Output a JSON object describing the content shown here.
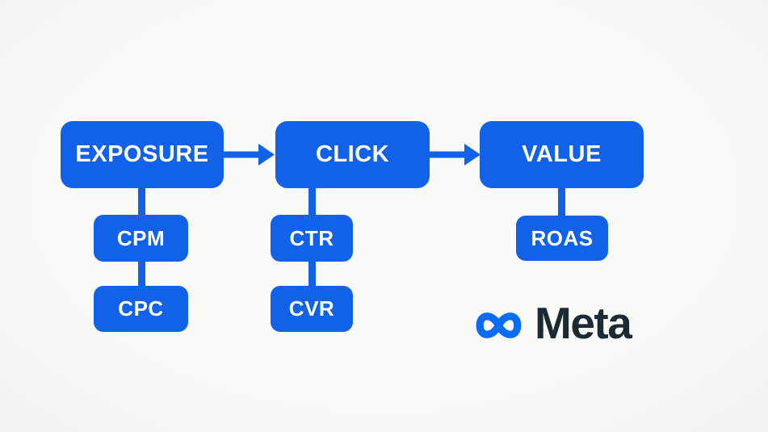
{
  "diagram": {
    "title_present": false,
    "type": "funnel-flow",
    "nodes": {
      "exposure": {
        "label": "EXPOSURE"
      },
      "click": {
        "label": "CLICK"
      },
      "value": {
        "label": "VALUE"
      },
      "cpm": {
        "label": "CPM"
      },
      "cpc": {
        "label": "CPC"
      },
      "ctr": {
        "label": "CTR"
      },
      "cvr": {
        "label": "CVR"
      },
      "roas": {
        "label": "ROAS"
      }
    },
    "edges": [
      {
        "from": "EXPOSURE",
        "to": "CLICK",
        "style": "arrow-right"
      },
      {
        "from": "CLICK",
        "to": "VALUE",
        "style": "arrow-right"
      },
      {
        "from": "EXPOSURE",
        "to": "CPM",
        "style": "line-down"
      },
      {
        "from": "CPM",
        "to": "CPC",
        "style": "line-down"
      },
      {
        "from": "CLICK",
        "to": "CTR",
        "style": "line-down"
      },
      {
        "from": "CTR",
        "to": "CVR",
        "style": "line-down"
      },
      {
        "from": "VALUE",
        "to": "ROAS",
        "style": "line-down"
      }
    ]
  },
  "logo": {
    "brand": "Meta"
  },
  "colors": {
    "node_blue": "#1262e8",
    "logo_blue": "#0a6cf5",
    "logo_text": "#1c2b33",
    "background": "#fafaf9",
    "background_edge": "#f1f1ef"
  }
}
